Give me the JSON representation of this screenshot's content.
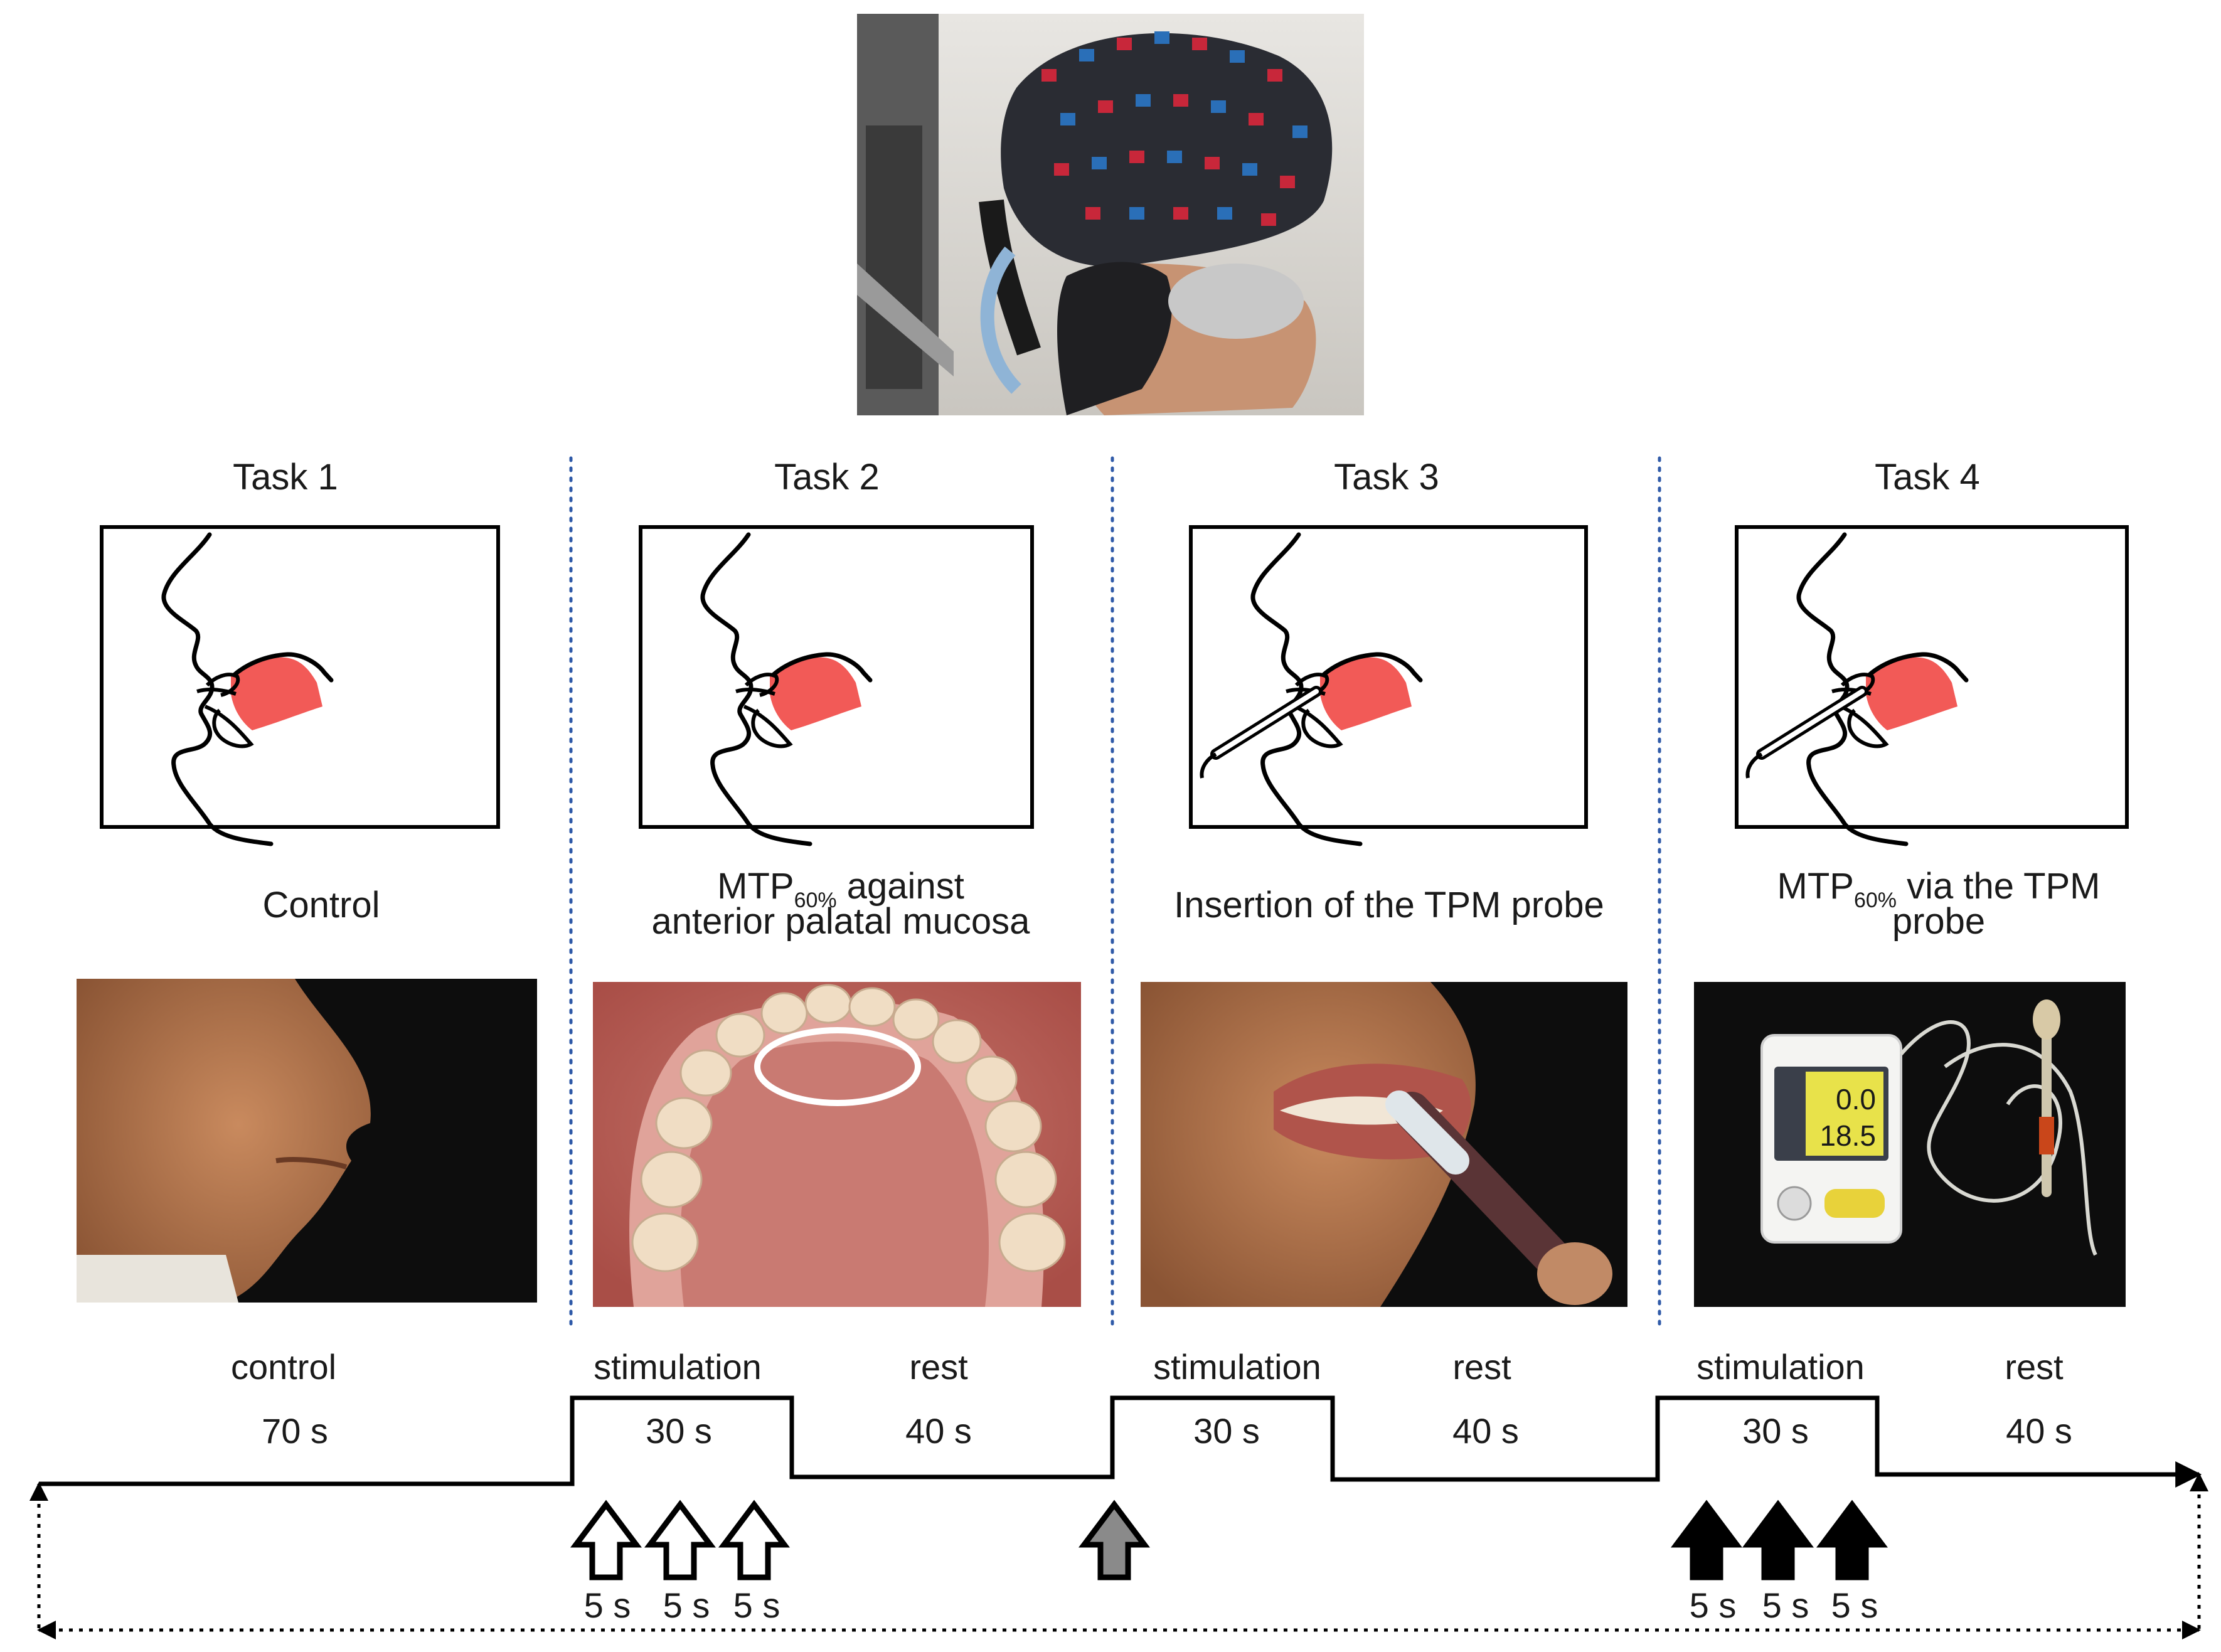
{
  "tasks": [
    {
      "title": "Task 1",
      "caption_lines": [
        "Control"
      ]
    },
    {
      "title": "Task 2",
      "caption_main": "MTP",
      "caption_sub": "60%",
      "caption_rest": " against",
      "caption_line2": "anterior palatal mucosa"
    },
    {
      "title": "Task 3",
      "caption_lines": [
        "Insertion of the TPM probe"
      ]
    },
    {
      "title": "Task 4",
      "caption_main": "MTP",
      "caption_sub": "60%",
      "caption_rest": " via the TPM",
      "caption_line2": "probe"
    }
  ],
  "device_display": {
    "top_value": "0.0",
    "bottom_value": "18.5"
  },
  "timeline": {
    "phases": [
      {
        "label": "control",
        "duration": "70 s"
      },
      {
        "label": "stimulation",
        "duration": "30 s"
      },
      {
        "label": "rest",
        "duration": "40 s"
      },
      {
        "label": "stimulation",
        "duration": "30 s"
      },
      {
        "label": "rest",
        "duration": "40 s"
      },
      {
        "label": "stimulation",
        "duration": "30 s"
      },
      {
        "label": "rest",
        "duration": "40 s"
      }
    ],
    "interval_labels": [
      "5 s",
      "5 s",
      "5 s",
      "5 s",
      "5 s",
      "5 s"
    ]
  },
  "colors": {
    "palate": "#f25a57",
    "separator": "#2f5aa8",
    "arrow_gray": "#8a8a8a",
    "arrow_black": "#000000",
    "face_mask": "#c8c8c8"
  }
}
